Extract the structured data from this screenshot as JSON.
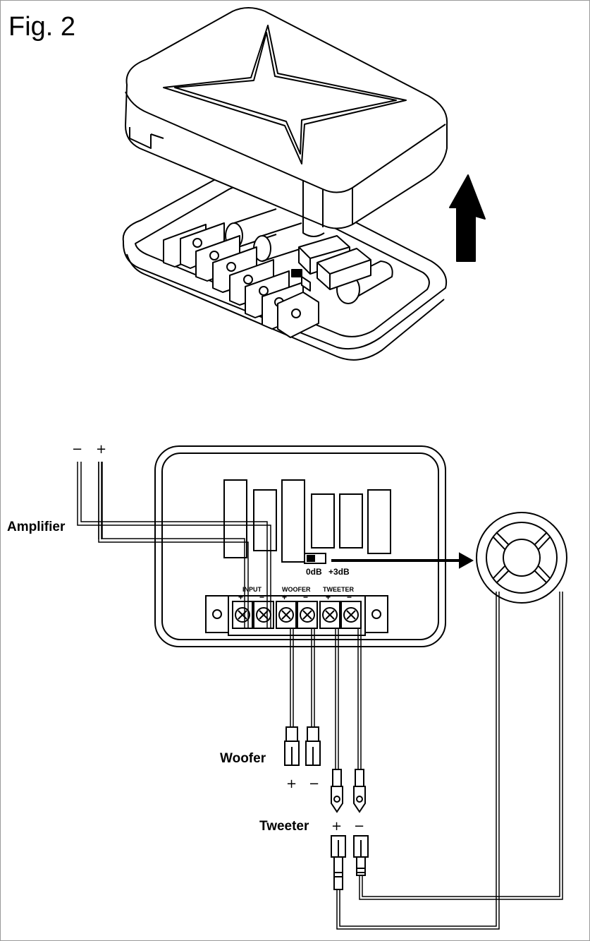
{
  "figure": {
    "title": "Fig. 2"
  },
  "labels": {
    "amplifier": "Amplifier",
    "amp_minus": "−",
    "amp_plus": "+",
    "woofer": "Woofer",
    "woofer_plus": "+",
    "woofer_minus": "−",
    "tweeter": "Tweeter",
    "tweeter_plus": "+",
    "tweeter_minus": "−"
  },
  "switch": {
    "option_low": "0dB",
    "option_high": "+3dB"
  },
  "terminal_block": {
    "group_input": "INPUT",
    "group_woofer": "WOOFER",
    "group_tweeter": "TWEETER",
    "polarity": [
      "+",
      "−",
      "+",
      "−",
      "+",
      "−"
    ]
  },
  "colors": {
    "line": "#000000",
    "background": "#ffffff",
    "border": "#9a9a9a"
  }
}
